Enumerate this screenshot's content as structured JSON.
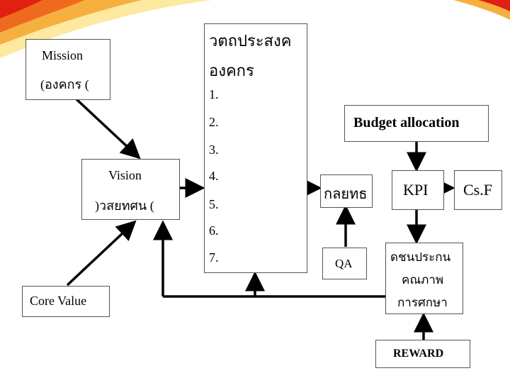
{
  "mission": {
    "line1": "Mission",
    "line2": "(องคกร ("
  },
  "objectives": {
    "title1": "วตถประสงค",
    "title2": "องคกร",
    "items": [
      "1.",
      "2.",
      "3.",
      "4.",
      "5.",
      "6.",
      "7."
    ]
  },
  "vision": {
    "line1": "Vision",
    "line2": ")วสยทศน ("
  },
  "core_value": {
    "label": "Core Value"
  },
  "budget": {
    "label": "Budget allocation"
  },
  "strategy": {
    "label": "กลยทธ"
  },
  "kpi": {
    "label": "KPI"
  },
  "csf": {
    "label": "Cs.F"
  },
  "qa": {
    "label": "QA"
  },
  "quality": {
    "line1": "ดชนประกน",
    "line2": "คณภาพ",
    "line3": "การศกษา"
  },
  "reward": {
    "label": "REWARD"
  },
  "colors": {
    "corner_top": "#f5d400",
    "corner_mid": "#f08020",
    "corner_bottom": "#e02010"
  }
}
